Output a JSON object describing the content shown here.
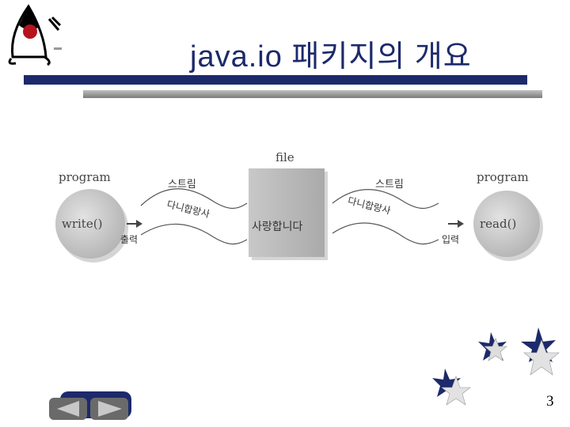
{
  "header": {
    "title": "java.io 패키지의 개요"
  },
  "diagram": {
    "file_label": "file",
    "file_content": "사랑합니다",
    "left_program": {
      "label": "program",
      "method": "write()"
    },
    "right_program": {
      "label": "program",
      "method": "read()"
    },
    "left_stream_label": "스트림",
    "right_stream_label": "스트림",
    "left_wave_text": "다니합랑사",
    "right_wave_text": "다니합랑사",
    "output_label": "출력",
    "input_label": "입력"
  },
  "footer": {
    "page_number": "3"
  },
  "icons": {
    "logo": "java-duke-logo-icon",
    "nav": "nav-arrows-icon",
    "stars": "stars-decoration-icon"
  },
  "colors": {
    "title": "#1c2a6b",
    "bar": "#1c2a6b"
  }
}
